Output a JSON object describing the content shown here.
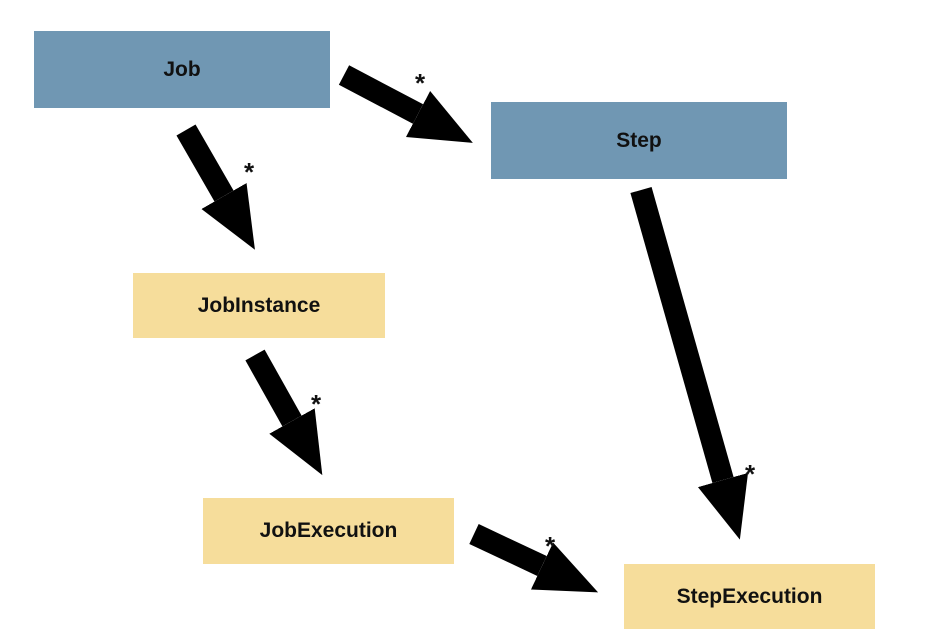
{
  "nodes": {
    "job": "Job",
    "step": "Step",
    "job_instance": "JobInstance",
    "job_execution": "JobExecution",
    "step_execution": "StepExecution"
  },
  "multiplicity": {
    "job_step": "*",
    "job_jobinstance": "*",
    "jobinstance_jobexecution": "*",
    "jobexecution_stepexecution": "*",
    "step_stepexecution": "*"
  },
  "colors": {
    "blue_box": "#7097b3",
    "yellow_box": "#f6dd9b",
    "arrow": "#000000"
  }
}
